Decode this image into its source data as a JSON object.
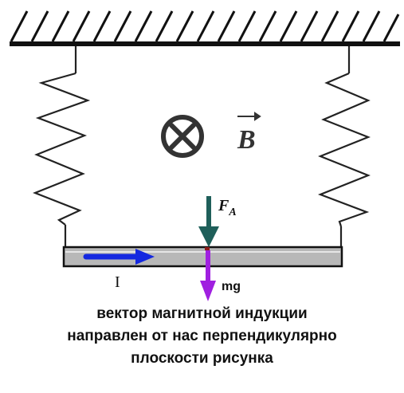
{
  "labels": {
    "field": "B",
    "force": "F",
    "force_sub": "A",
    "current": "I",
    "weight": "mg"
  },
  "caption": [
    "вектор магнитной индукции",
    "направлен от нас перпендикулярно",
    "плоскости рисунка"
  ],
  "colors": {
    "current_arrow": "#1428e0",
    "force_arrow": "#1f5f5a",
    "weight_arrow": "#a020e0",
    "bar": "#b8b8b8",
    "lines": "#111111"
  },
  "icons": {
    "field_direction": "cross-in-circle-icon"
  }
}
